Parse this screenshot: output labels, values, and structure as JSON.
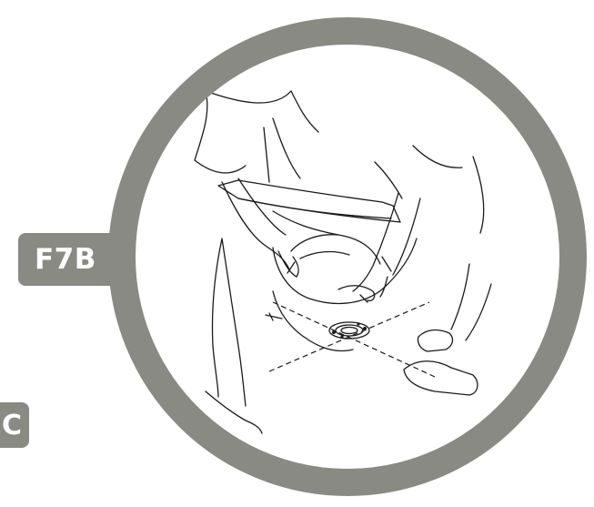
{
  "badges": {
    "main_step": "F7B",
    "side_step": "C"
  },
  "colors": {
    "ring": "#8a8a84",
    "badge": "#8a8a84",
    "ink": "#1a1a1a"
  },
  "icons": [
    "toilet-bowl-illustration",
    "floor-flange-icon"
  ]
}
